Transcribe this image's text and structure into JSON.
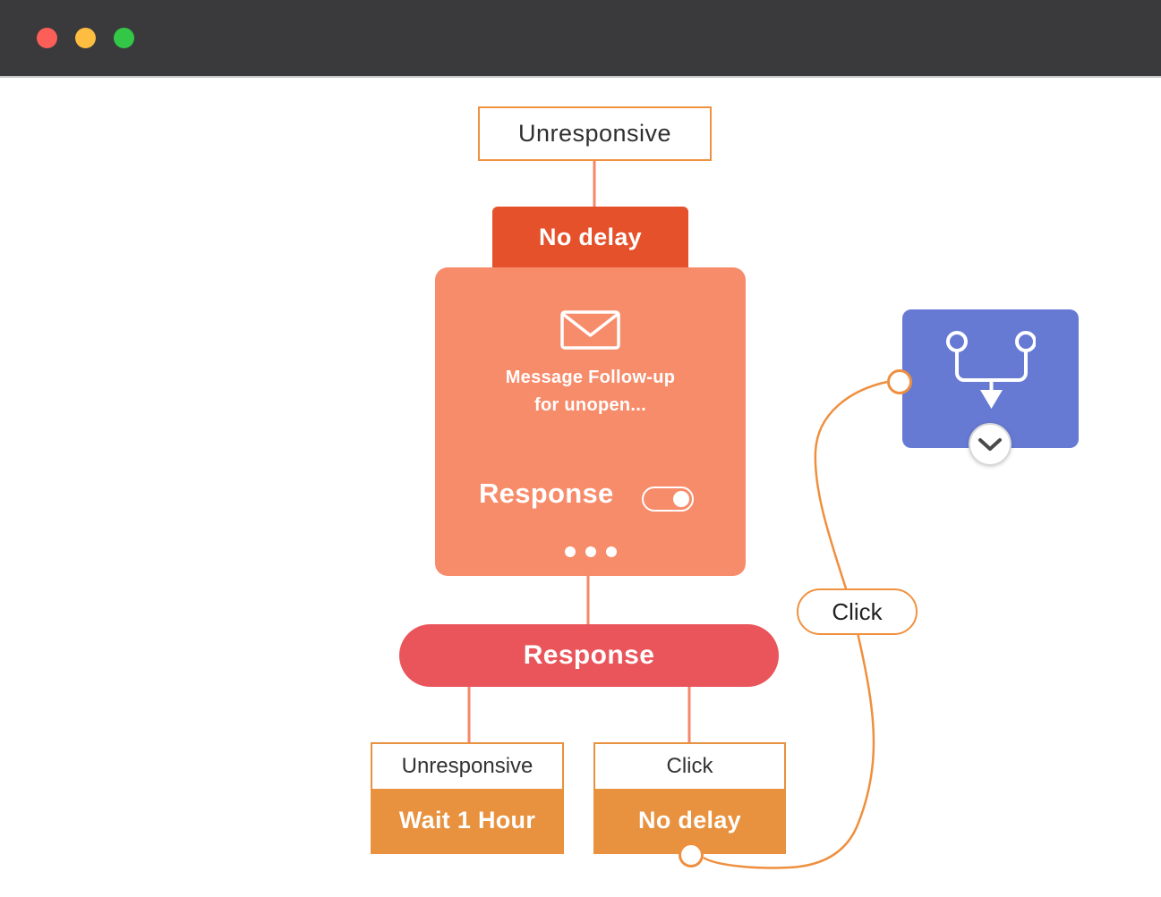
{
  "titlebar": {
    "buttons": [
      {
        "name": "close",
        "color": "#fc5f57"
      },
      {
        "name": "minimize",
        "color": "#fdbd40"
      },
      {
        "name": "expand",
        "color": "#33c748"
      }
    ]
  },
  "workflow": {
    "root": {
      "condition_label": "Unresponsive",
      "delay_label": "No delay"
    },
    "message_node": {
      "title_line1": "Message Follow-up",
      "title_line2": "for unopen...",
      "toggle_label": "Response",
      "toggle_state": "on"
    },
    "decision_label": "Response",
    "branch_left": {
      "condition_label": "Unresponsive",
      "delay_label": "Wait 1 Hour"
    },
    "branch_right": {
      "condition_label": "Click",
      "delay_label": "No delay"
    },
    "connection_label": "Click"
  },
  "icons": {
    "message_node": "envelope-icon",
    "merge_node": "merge-branch-icon",
    "merge_expander": "chevron-down-icon"
  },
  "colors": {
    "titlebar": "#3a3a3c",
    "canvas": "#ffffff",
    "root_delay": "#e5512b",
    "message_card": "#f78c6b",
    "decision_pill": "#e9555a",
    "branch_orange": "#e8913e",
    "merge_blue": "#667ad3",
    "connector_salmon": "#f6876a",
    "connection_curve": "#ef8f3e"
  }
}
